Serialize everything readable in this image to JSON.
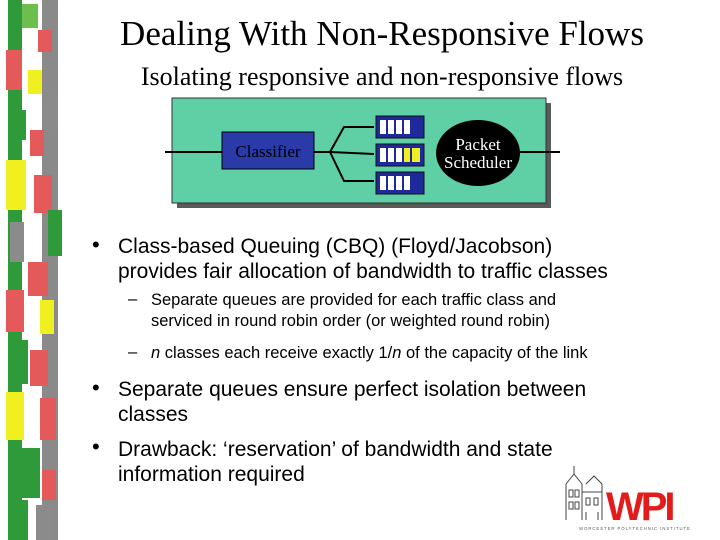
{
  "slide": {
    "title": "Dealing With Non-Responsive Flows",
    "subtitle": "Isolating responsive and non-responsive flows"
  },
  "diagram": {
    "classifier_label": "Classifier",
    "scheduler_label_line1": "Packet",
    "scheduler_label_line2": "Scheduler",
    "box_color": "#5fcfa6",
    "classifier_color": "#2a3aa8"
  },
  "bullets": [
    {
      "line1": "Class-based Queuing (CBQ) (Floyd/Jacobson)",
      "line2": "provides fair allocation of bandwidth to traffic classes"
    },
    {
      "line1": "Separate queues ensure perfect isolation between",
      "line2": "classes"
    },
    {
      "line1": "Drawback: ‘reservation’ of bandwidth and state",
      "line2": "information required"
    }
  ],
  "sub_bullets": [
    {
      "line1": "Separate queues are provided for each traffic class and",
      "line2": "serviced in round robin order (or weighted round robin)"
    },
    {
      "pre": "",
      "n1": "n",
      "mid": " classes each receive exactly 1/",
      "n2": "n",
      "post": " of the capacity of the link"
    }
  ],
  "logo": {
    "text": "WPI",
    "caption": "WORCESTER POLYTECHNIC INSTITUTE"
  }
}
